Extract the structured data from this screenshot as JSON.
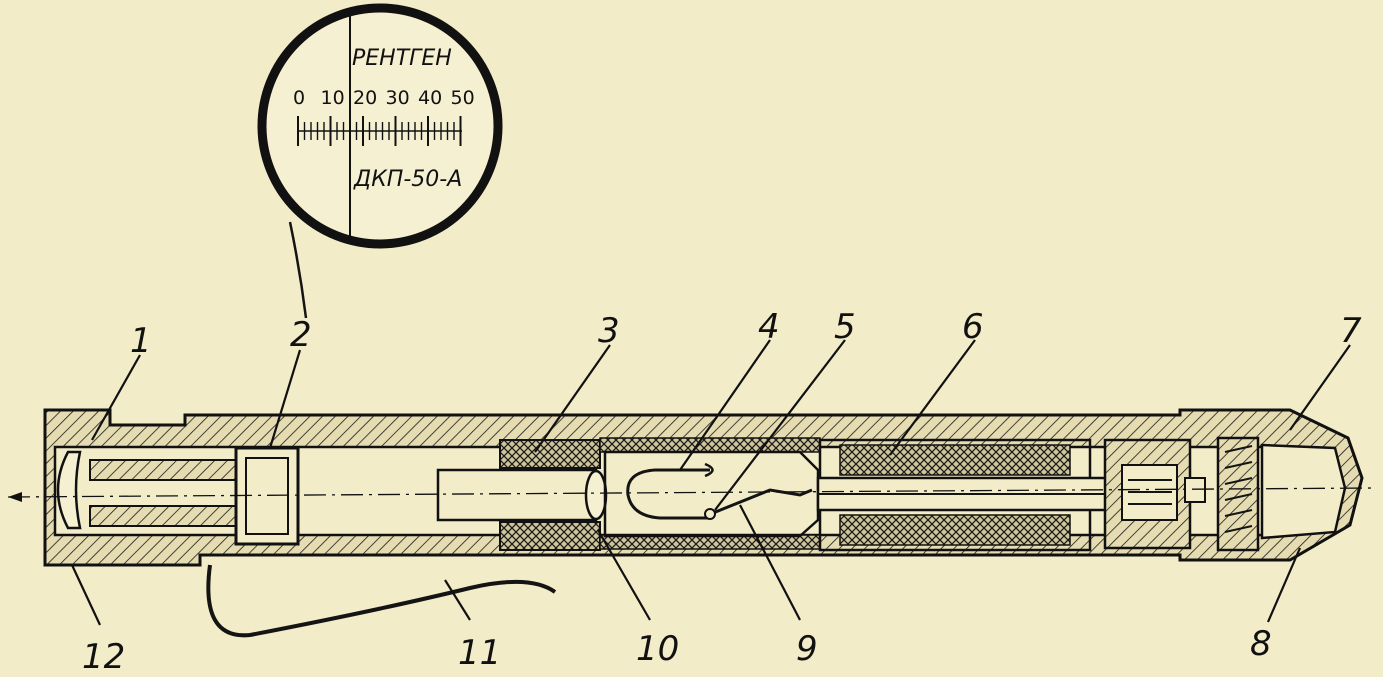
{
  "dial": {
    "unit": "РЕНТГЕН",
    "scale_labels": [
      "0",
      "10",
      "20",
      "30",
      "40",
      "50"
    ],
    "model": "ДКП-50-А"
  },
  "callouts": [
    {
      "id": "1",
      "text": "1"
    },
    {
      "id": "2",
      "text": "2"
    },
    {
      "id": "3",
      "text": "3"
    },
    {
      "id": "4",
      "text": "4"
    },
    {
      "id": "5",
      "text": "5"
    },
    {
      "id": "6",
      "text": "6"
    },
    {
      "id": "7",
      "text": "7"
    },
    {
      "id": "8",
      "text": "8"
    },
    {
      "id": "9",
      "text": "9"
    },
    {
      "id": "10",
      "text": "10"
    },
    {
      "id": "11",
      "text": "11"
    },
    {
      "id": "12",
      "text": "12"
    }
  ],
  "colors": {
    "paper": "#f3ecc9",
    "ink": "#141414",
    "hatch_fill": "#ddd3a8"
  }
}
